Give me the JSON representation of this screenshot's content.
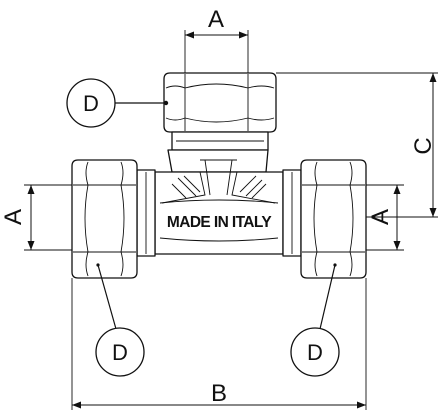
{
  "diagram": {
    "stamp_text": "MADE IN ITALY",
    "dimension_labels": {
      "top": "A",
      "left": "A",
      "right": "A",
      "height": "C",
      "width": "B"
    },
    "callouts": [
      {
        "label": "D"
      },
      {
        "label": "D"
      },
      {
        "label": "D"
      }
    ],
    "colors": {
      "line": "#111111",
      "background": "#ffffff"
    }
  }
}
